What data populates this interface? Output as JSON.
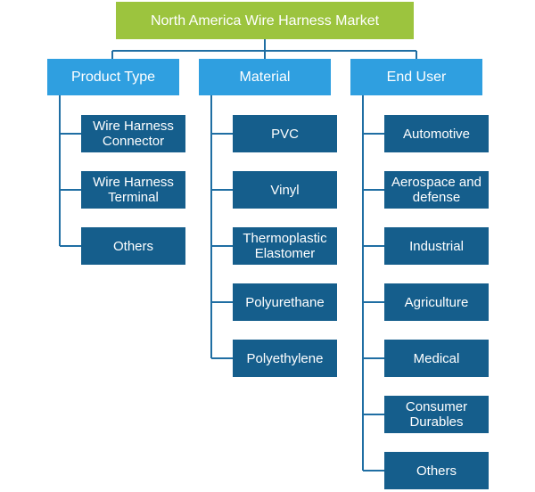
{
  "title": "North America Wire Harness Market",
  "categories": [
    {
      "label": "Product Type",
      "items": [
        "Wire Harness\nConnector",
        "Wire Harness\nTerminal",
        "Others"
      ]
    },
    {
      "label": "Material",
      "items": [
        "PVC",
        "Vinyl",
        "Thermoplastic\nElastomer",
        "Polyurethane",
        "Polyethylene"
      ]
    },
    {
      "label": "End User",
      "items": [
        "Automotive",
        "Aerospace and\ndefense",
        "Industrial",
        "Agriculture",
        "Medical",
        "Consumer\nDurables",
        "Others"
      ]
    }
  ],
  "colors": {
    "root": "#9cc43e",
    "category": "#2f9fe0",
    "leaf": "#155e8c",
    "connector": "#1f6ea3"
  }
}
